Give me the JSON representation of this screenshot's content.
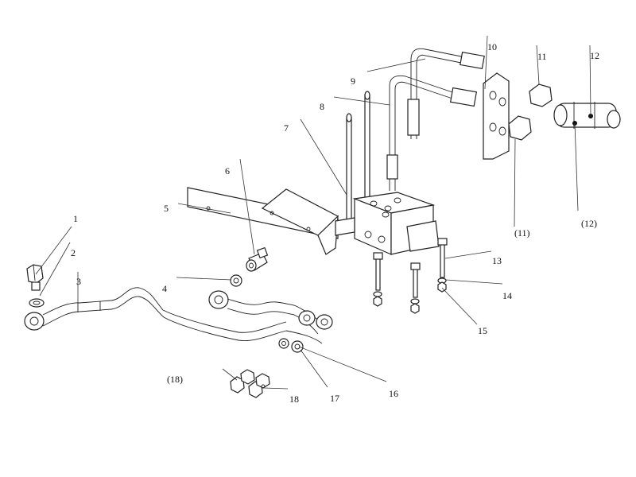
{
  "labels": {
    "l1": "1",
    "l2": "2",
    "l3": "3",
    "l4": "4",
    "l5": "5",
    "l6": "6",
    "l7": "7",
    "l8": "8",
    "l9": "9",
    "l10": "10",
    "l11": "11",
    "l11p": "(11)",
    "l12": "12",
    "l12p": "(12)",
    "l13": "13",
    "l14": "14",
    "l15": "15",
    "l16": "16",
    "l17": "17",
    "l18": "18",
    "l18p": "(18)"
  }
}
